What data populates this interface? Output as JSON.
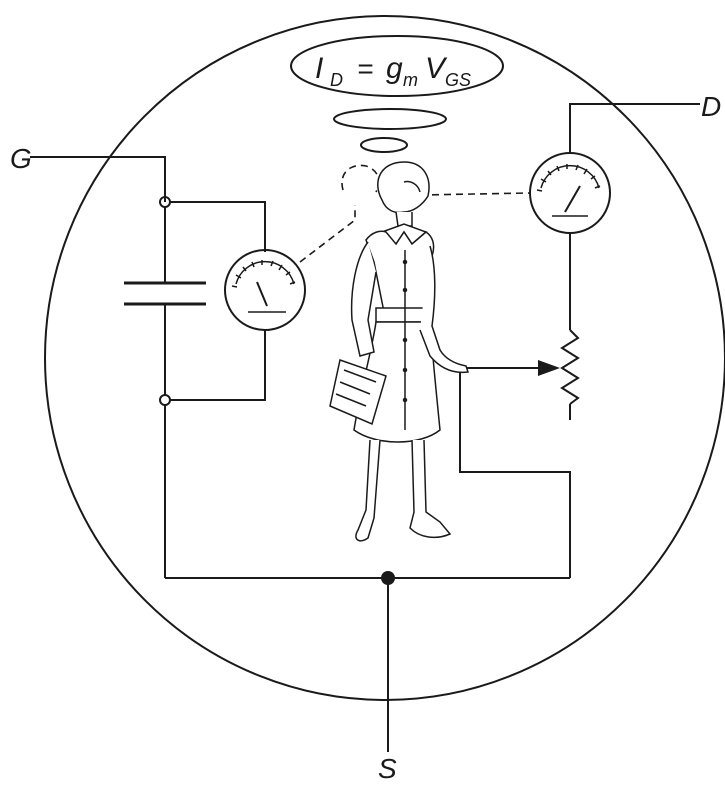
{
  "diagram": {
    "equation": {
      "I": "I",
      "D_sub": "D",
      "equals": "=",
      "g": "g",
      "m_sub": "m",
      "V": "V",
      "GS_sub": "GS"
    },
    "terminals": {
      "gate": "G",
      "drain": "D",
      "source": "S"
    },
    "icons": {
      "gate_meter": "meter-icon",
      "drain_meter": "meter-icon",
      "capacitor": "capacitor-icon",
      "resistor": "variable-resistor-icon",
      "figure": "nurse-figure-icon"
    }
  }
}
